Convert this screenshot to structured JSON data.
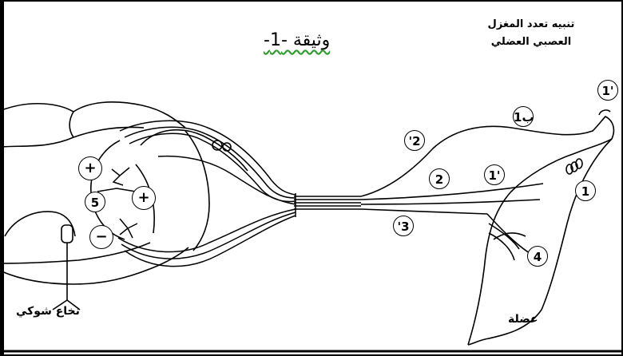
{
  "title": "وثيقة -1-",
  "stimulation_label": "تنبيه تعدد المغزل العصبي العضلي",
  "spinal_cord_label": "نخاع شوكي",
  "muscle_label": "عضلة",
  "markers": {
    "plus_top": "+",
    "plus_mid": "+",
    "minus": "−",
    "five": "5",
    "one_tip": "1'",
    "one_b": "1ب",
    "two_top": "'2",
    "two_mid": "2",
    "one_mid": "1'",
    "one_right": "1",
    "three": "'3",
    "four": "4"
  }
}
